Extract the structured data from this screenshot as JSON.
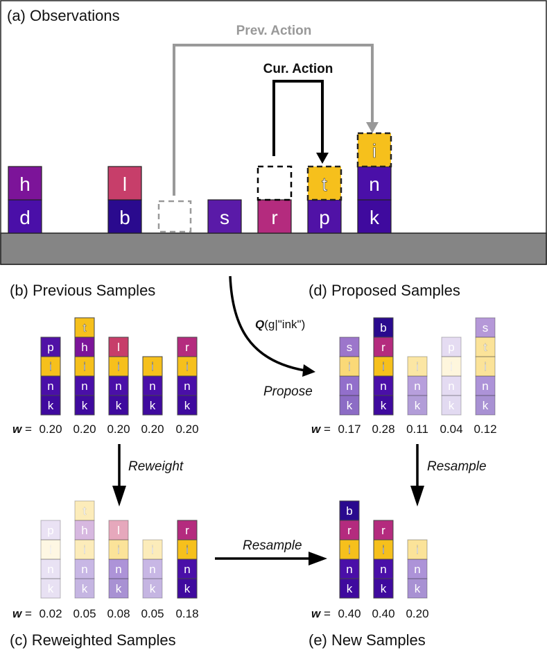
{
  "colors": {
    "k": "#3f0a9e",
    "n": "#4a0fa8",
    "i": "#f6c01c",
    "p": "#5012a6",
    "h": "#7c1499",
    "t": "#f6c01c",
    "l": "#c73e6a",
    "r": "#b42b7e",
    "s": "#5a1aa8",
    "b": "#2a0a8e",
    "d": "#4a0fa8",
    "ground": "#858585",
    "prev_arrow": "#999999",
    "cur_arrow": "#000000"
  },
  "panel_a": {
    "title": "(a) Observations",
    "prev_action": "Prev. Action",
    "cur_action": "Cur. Action",
    "stacks": [
      {
        "letters": [
          "d",
          "h"
        ]
      },
      {
        "letters": [
          "b",
          "l"
        ]
      },
      {
        "empty_dashed": "gray"
      },
      {
        "letters": [
          "s"
        ]
      },
      {
        "letters": [
          "r"
        ],
        "top_empty_dashed": "black"
      },
      {
        "letters": [
          "p",
          "t"
        ],
        "top_dashed": true
      },
      {
        "letters": [
          "k",
          "n",
          "i"
        ],
        "top_dashed": true
      }
    ]
  },
  "panel_b": {
    "title": "(b) Previous Samples",
    "w_label": "w =",
    "stacks": [
      {
        "letters": [
          "k",
          "n",
          "i",
          "p"
        ],
        "alphas": [
          1,
          1,
          1,
          1
        ],
        "w": "0.20"
      },
      {
        "letters": [
          "k",
          "n",
          "i",
          "h",
          "t"
        ],
        "alphas": [
          1,
          1,
          1,
          1,
          1
        ],
        "w": "0.20"
      },
      {
        "letters": [
          "k",
          "n",
          "i",
          "l"
        ],
        "alphas": [
          1,
          1,
          1,
          1
        ],
        "w": "0.20"
      },
      {
        "letters": [
          "k",
          "n",
          "i"
        ],
        "alphas": [
          1,
          1,
          1
        ],
        "w": "0.20"
      },
      {
        "letters": [
          "k",
          "n",
          "i",
          "r"
        ],
        "alphas": [
          1,
          1,
          1,
          1
        ],
        "w": "0.20"
      }
    ]
  },
  "panel_c": {
    "title": "(c) Reweighted Samples",
    "w_label": "w =",
    "stacks": [
      {
        "letters": [
          "k",
          "n",
          "i",
          "p"
        ],
        "alpha": 0.12,
        "w": "0.02"
      },
      {
        "letters": [
          "k",
          "n",
          "i",
          "h",
          "t"
        ],
        "alpha": 0.3,
        "w": "0.05"
      },
      {
        "letters": [
          "k",
          "n",
          "i",
          "l"
        ],
        "alpha": 0.45,
        "w": "0.08"
      },
      {
        "letters": [
          "k",
          "n",
          "i"
        ],
        "alpha": 0.3,
        "w": "0.05"
      },
      {
        "letters": [
          "k",
          "n",
          "i",
          "r"
        ],
        "alpha": 1,
        "w": "0.18"
      }
    ]
  },
  "panel_d": {
    "title": "(d) Proposed Samples",
    "w_label": "w =",
    "stacks": [
      {
        "letters": [
          "k",
          "n",
          "i",
          "s"
        ],
        "alpha": 0.6,
        "w": "0.17"
      },
      {
        "letters": [
          "k",
          "n",
          "i",
          "r",
          "b"
        ],
        "alpha": 1,
        "w": "0.28"
      },
      {
        "letters": [
          "k",
          "n",
          "i"
        ],
        "alpha": 0.4,
        "w": "0.11"
      },
      {
        "letters": [
          "k",
          "n",
          "i",
          "p"
        ],
        "alpha": 0.15,
        "w": "0.04"
      },
      {
        "letters": [
          "k",
          "n",
          "i",
          "t",
          "s"
        ],
        "alpha": 0.45,
        "w": "0.12"
      }
    ]
  },
  "panel_e": {
    "title": "(e) New Samples",
    "w_label": "w =",
    "stacks": [
      {
        "letters": [
          "k",
          "n",
          "i",
          "r",
          "b"
        ],
        "alpha": 1,
        "w": "0.40"
      },
      {
        "letters": [
          "k",
          "n",
          "i",
          "r"
        ],
        "alpha": 1,
        "w": "0.40"
      },
      {
        "letters": [
          "k",
          "n",
          "i"
        ],
        "alpha": 0.45,
        "w": "0.20"
      }
    ]
  },
  "arrows": {
    "propose_q_bold": "Q",
    "propose_q_rest": "(g|\"ink\")",
    "propose": "Propose",
    "reweight": "Reweight",
    "resample_left": "Resample",
    "resample_right": "Resample"
  }
}
